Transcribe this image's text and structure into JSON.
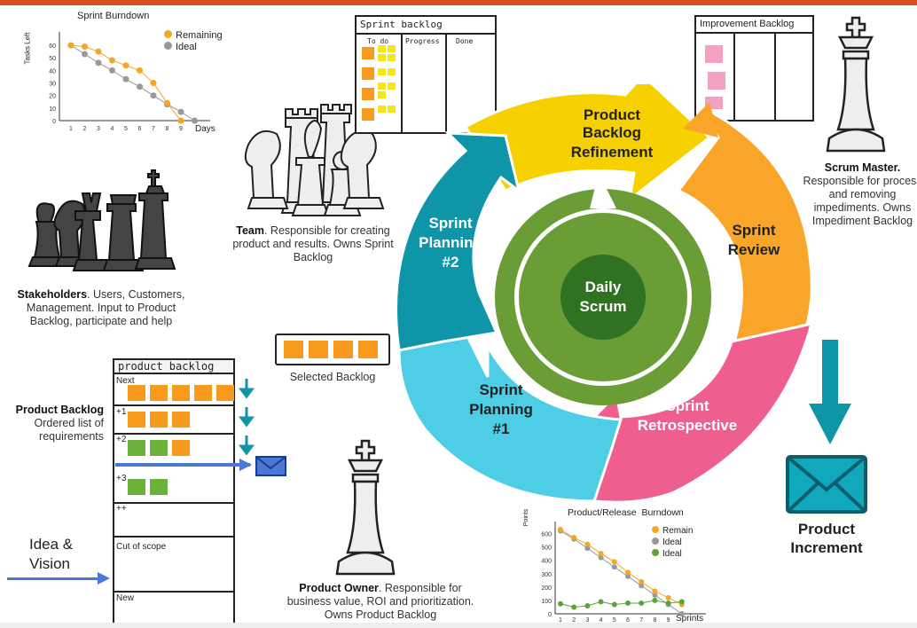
{
  "burndown_top": {
    "title": "Sprint Burndown",
    "ylabel": "Tasks Left",
    "xlabel": "Days",
    "legend": [
      "Remaining",
      "Ideal"
    ],
    "x_ticks": [
      "1",
      "2",
      "3",
      "4",
      "5",
      "6",
      "7",
      "8",
      "9"
    ],
    "y_ticks": [
      "0",
      "10",
      "20",
      "30",
      "40",
      "50",
      "60"
    ],
    "remaining": [
      60,
      59,
      55,
      48,
      44,
      40,
      30,
      14,
      0
    ],
    "ideal": [
      60,
      53,
      46,
      40,
      33,
      27,
      20,
      13,
      7,
      0
    ],
    "colors": {
      "remaining": "#f5a623",
      "ideal": "#999999"
    }
  },
  "sprint_backlog": {
    "title": "Sprint backlog",
    "cols": [
      "To do",
      "Progress",
      "Done"
    ]
  },
  "improvement_backlog": {
    "title": "Improvement Backlog"
  },
  "team": {
    "name": "Team",
    "desc": ". Responsible for creating product and results. Owns Sprint Backlog"
  },
  "stakeholders": {
    "name": "Stakeholders",
    "desc": ". Users, Customers, Management. Input to Product Backlog, participate and help"
  },
  "scrum_master": {
    "name": "Scrum Master.",
    "desc": "Responsible for process and removing impediments. Owns Impediment Backlog"
  },
  "product_owner": {
    "name": "Product Owner",
    "desc": ". Responsible for business value, ROI and prioritization. Owns Product Backlog"
  },
  "selected_backlog": "Selected Backlog",
  "product_backlog_board": {
    "title": "product backlog",
    "rows": [
      "Next",
      "+1",
      "+2",
      "+3",
      "++",
      "Cut of scope",
      "New"
    ]
  },
  "product_backlog_caption": {
    "name": "Product Backlog",
    "desc": "Ordered list of requirements"
  },
  "idea_vision": "Idea & Vision",
  "product_increment": "Product Increment",
  "cycle": {
    "refinement": [
      "Product",
      "Backlog",
      "Refinement"
    ],
    "review": [
      "Sprint",
      "Review"
    ],
    "retro": [
      "Sprint",
      "Retrospective"
    ],
    "planning1": [
      "Sprint",
      "Planning",
      "#1"
    ],
    "planning2": [
      "Sprint",
      "Planning",
      "#2"
    ],
    "daily": [
      "Daily",
      "Scrum"
    ],
    "colors": {
      "refinement": "#f7d000",
      "review": "#f8a52a",
      "retro": "#ee5f8f",
      "planning1": "#4dcde6",
      "planning2": "#0e96a8",
      "outer_green": "#6b9d37",
      "inner_green": "#2f7322"
    }
  },
  "release_burndown": {
    "title": "Product/Release  Burndown",
    "ylabel": "Points",
    "xlabel": "Sprints",
    "legend": [
      "Remain",
      "Ideal",
      "Ideal"
    ],
    "y_ticks": [
      "0",
      "100",
      "200",
      "300",
      "400",
      "500",
      "600"
    ],
    "x_ticks": [
      "1",
      "2",
      "3",
      "4",
      "5",
      "6",
      "7",
      "8",
      "9"
    ],
    "remain": [
      630,
      570,
      520,
      450,
      390,
      310,
      240,
      170,
      120,
      70
    ],
    "ideal": [
      620,
      560,
      490,
      420,
      350,
      280,
      210,
      140,
      70,
      0
    ],
    "velocity": [
      75,
      50,
      60,
      90,
      70,
      80,
      80,
      100,
      80,
      90
    ],
    "colors": {
      "remain": "#f5a623",
      "ideal": "#999999",
      "velocity": "#5ba33b"
    }
  }
}
